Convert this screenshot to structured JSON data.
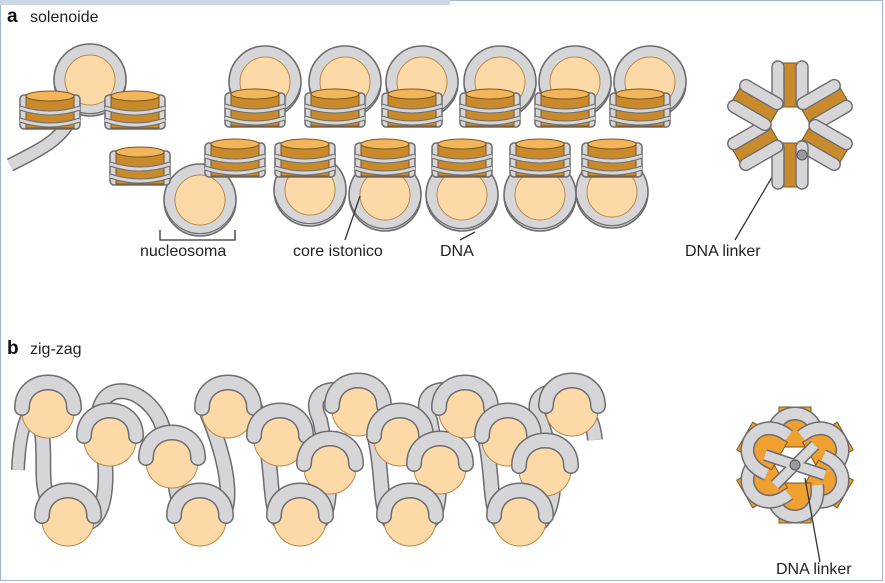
{
  "panel_a": {
    "letter": "a",
    "title": "solenoide",
    "labels": {
      "nucleosome": "nucleosoma",
      "histone_core": "core istonico",
      "dna": "DNA",
      "linker": "DNA linker"
    }
  },
  "panel_b": {
    "letter": "b",
    "title": "zig-zag",
    "labels": {
      "linker": "DNA linker"
    }
  },
  "colors": {
    "dna_fill": "#d6d6d8",
    "dna_stroke": "#6d6d70",
    "core_face": "#fdd9a8",
    "core_side": "#c98a2c",
    "core_edge": "#7a5520",
    "accent_orange": "#f0a030"
  }
}
